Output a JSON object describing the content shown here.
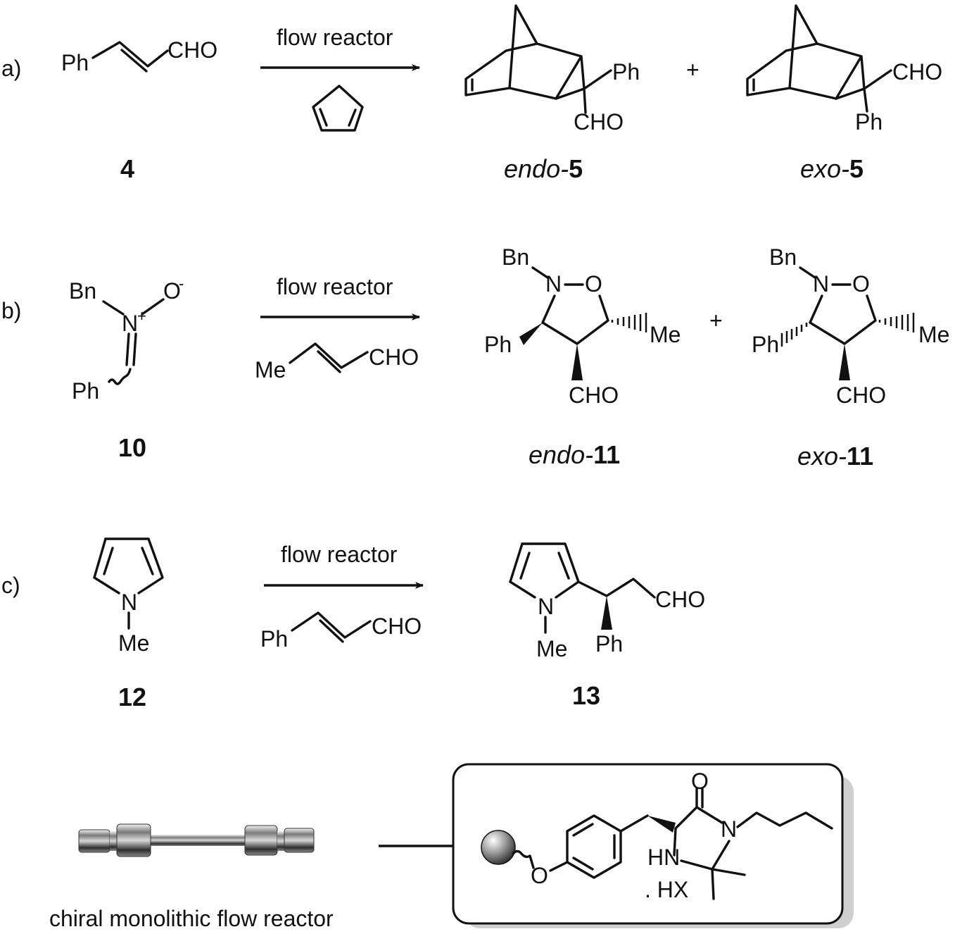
{
  "scheme": {
    "a": {
      "label": "a)",
      "arrow_label": "flow reactor",
      "reactant_ph": "Ph",
      "reactant_cho": "CHO",
      "reactant_number": "4",
      "plus": "+",
      "endo_prefix": "endo-",
      "endo_number": "5",
      "endo_ph": "Ph",
      "endo_cho": "CHO",
      "exo_prefix": "exo-",
      "exo_number": "5",
      "exo_cho": "CHO",
      "exo_ph": "Ph"
    },
    "b": {
      "label": "b)",
      "arrow_label": "flow reactor",
      "nitrone_bn": "Bn",
      "nitrone_n": "N",
      "nitrone_plus": "+",
      "nitrone_o": "O",
      "nitrone_minus": "-",
      "nitrone_ph": "Ph",
      "reactant_number": "10",
      "reagent_me": "Me",
      "reagent_cho": "CHO",
      "plus": "+",
      "endo_bn": "Bn",
      "endo_n": "N",
      "endo_o": "O",
      "endo_ph": "Ph",
      "endo_me": "Me",
      "endo_cho": "CHO",
      "endo_prefix": "endo-",
      "endo_number": "11",
      "exo_bn": "Bn",
      "exo_n": "N",
      "exo_o": "O",
      "exo_ph": "Ph",
      "exo_me": "Me",
      "exo_cho": "CHO",
      "exo_prefix": "exo-",
      "exo_number": "11"
    },
    "c": {
      "label": "c)",
      "arrow_label": "flow reactor",
      "pyrrole_n": "N",
      "pyrrole_me": "Me",
      "reactant_number": "12",
      "reagent_ph": "Ph",
      "reagent_cho": "CHO",
      "product_n": "N",
      "product_me": "Me",
      "product_ph": "Ph",
      "product_cho": "CHO",
      "product_number": "13"
    },
    "catalyst": {
      "reactor_caption": "chiral monolithic flow reactor",
      "o_ether": "O",
      "o_carbonyl": "O",
      "n_ring": "N",
      "hn_ring": "HN",
      "salt": ". HX"
    }
  }
}
